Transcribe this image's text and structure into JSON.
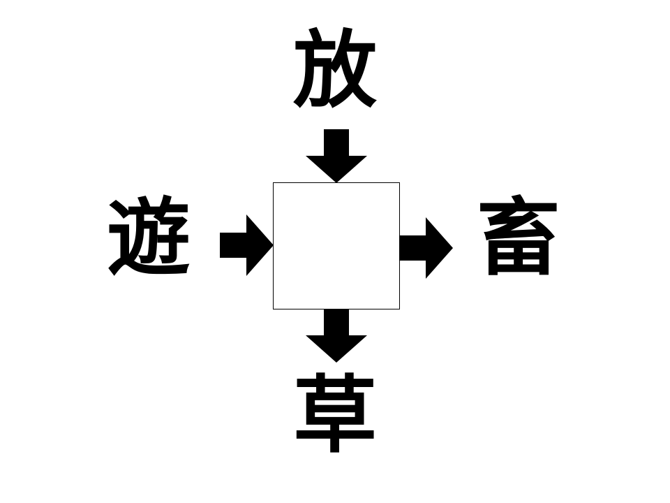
{
  "puzzle": {
    "top": "放",
    "left": "遊",
    "right": "畜",
    "bottom": "草",
    "answer": ""
  },
  "colors": {
    "foreground": "#000000",
    "background": "#ffffff"
  }
}
